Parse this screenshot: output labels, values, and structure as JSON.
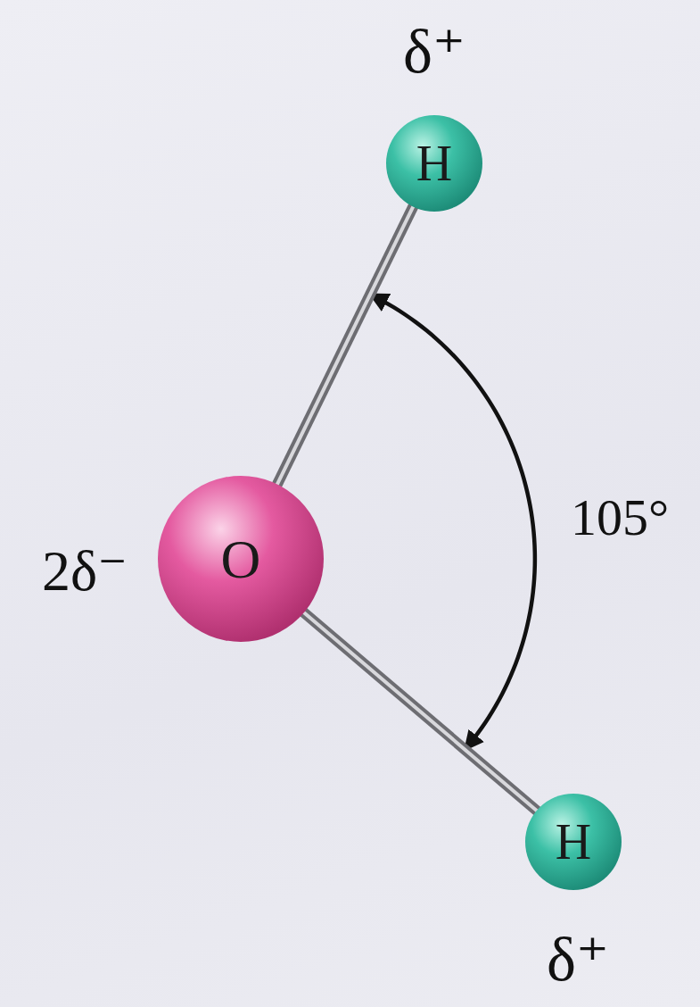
{
  "diagram": {
    "nodes": [
      {
        "text": [
          "H"
        ]
      },
      {
        "text": [
          "O"
        ]
      },
      {
        "text": [
          "H"
        ]
      }
    ],
    "edges": [
      {
        "from": 1,
        "to": 0,
        "arrow": "none"
      },
      {
        "from": 1,
        "to": 2,
        "arrow": "none"
      }
    ],
    "labels": [
      "δ⁺",
      "2δ⁻",
      "105°",
      "δ⁺"
    ]
  }
}
